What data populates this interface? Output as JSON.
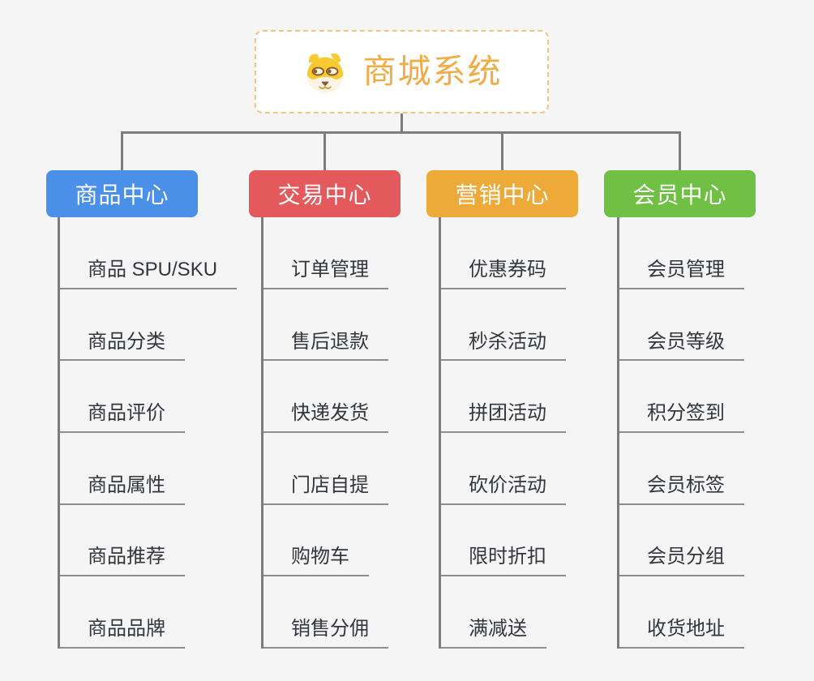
{
  "root": {
    "label": "商城系统",
    "icon": "doge-icon"
  },
  "branches": [
    {
      "label": "商品中心",
      "color": "#4a90e8",
      "children": [
        "商品 SPU/SKU",
        "商品分类",
        "商品评价",
        "商品属性",
        "商品推荐",
        "商品品牌"
      ]
    },
    {
      "label": "交易中心",
      "color": "#e4595b",
      "children": [
        "订单管理",
        "售后退款",
        "快递发货",
        "门店自提",
        "购物车",
        "销售分佣"
      ]
    },
    {
      "label": "营销中心",
      "color": "#edaa38",
      "children": [
        "优惠券码",
        "秒杀活动",
        "拼团活动",
        "砍价活动",
        "限时折扣",
        "满减送"
      ]
    },
    {
      "label": "会员中心",
      "color": "#6fc044",
      "children": [
        "会员管理",
        "会员等级",
        "积分签到",
        "会员标签",
        "会员分组",
        "收货地址"
      ]
    }
  ],
  "colors": {
    "page_bg": "#f5f5f6",
    "root_text": "#f0ac45",
    "root_border": "#f2c581",
    "connector": "#7d7d7d",
    "leaf_text": "#33363a",
    "leaf_underline": "#8d8d8d",
    "branch_product": "#4a90e8",
    "branch_trade": "#e4595b",
    "branch_marketing": "#edaa38",
    "branch_member": "#6fc044"
  }
}
